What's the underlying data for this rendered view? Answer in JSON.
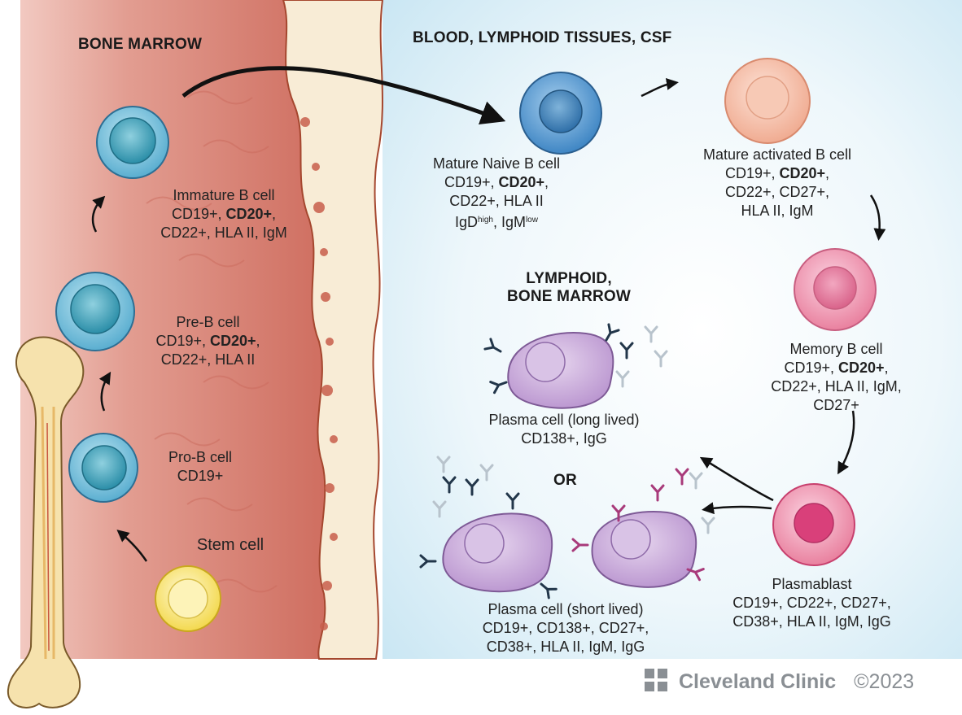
{
  "headers": {
    "bone_marrow": "BONE MARROW",
    "blood": "BLOOD, LYMPHOID TISSUES, CSF",
    "lymphoid_line1": "LYMPHOID,",
    "lymphoid_line2": "BONE MARROW",
    "or": "OR"
  },
  "cells": {
    "stem": {
      "name": "Stem cell"
    },
    "pro_b": {
      "name": "Pro-B cell",
      "markers": "CD19+"
    },
    "pre_b": {
      "name": "Pre-B cell",
      "line1_a": "CD19+, ",
      "line1_b": "CD20+",
      "line1_c": ",",
      "line2": "CD22+, HLA II"
    },
    "immature_b": {
      "name": "Immature B cell",
      "line1_a": "CD19+, ",
      "line1_b": "CD20+",
      "line1_c": ",",
      "line2": "CD22+, HLA II, IgM"
    },
    "mature_naive": {
      "name": "Mature Naive B cell",
      "line1_a": "CD19+, ",
      "line1_b": "CD20+",
      "line1_c": ",",
      "line2": "CD22+, HLA II",
      "line3_a": "IgD",
      "line3_sup1": "high",
      "line3_b": ", IgM",
      "line3_sup2": "low"
    },
    "mature_activated": {
      "name": "Mature activated B cell",
      "line1_a": "CD19+, ",
      "line1_b": "CD20+",
      "line1_c": ",",
      "line2": "CD22+, CD27+,",
      "line3": "HLA II, IgM"
    },
    "memory_b": {
      "name": "Memory B cell",
      "line1_a": "CD19+, ",
      "line1_b": "CD20+",
      "line1_c": ",",
      "line2": "CD22+, HLA II, IgM,",
      "line3": "CD27+"
    },
    "plasmablast": {
      "name": "Plasmablast",
      "line1": "CD19+, CD22+, CD27+,",
      "line2": "CD38+, HLA II, IgM, IgG"
    },
    "plasma_long": {
      "name": "Plasma cell (long lived)",
      "line1": "CD138+, IgG"
    },
    "plasma_short": {
      "name": "Plasma cell (short lived)",
      "line1": "CD19+, CD138+, CD27+,",
      "line2": "CD38+, HLA II, IgM, IgG"
    }
  },
  "footer": {
    "brand": "Cleveland Clinic",
    "copyright": "©2023"
  },
  "colors": {
    "marrow": "#d9827a",
    "blood_bg": "#d6edf7",
    "cell_blue": "#5fb4d4",
    "cell_naive": "#4a92cc",
    "cell_peach": "#f3b59e",
    "cell_pink": "#ee8fae",
    "cell_plasma": "#c8a6d8",
    "stem": "#f7e27a"
  }
}
